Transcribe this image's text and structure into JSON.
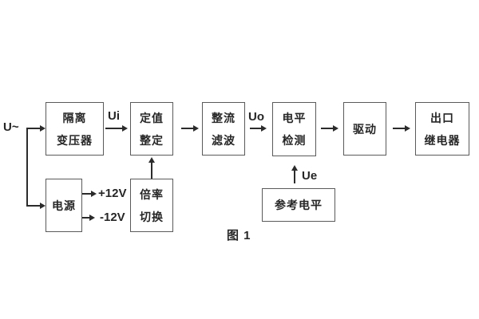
{
  "figure_caption": "图 1",
  "diagram": {
    "input_label": "U~",
    "signal_labels": {
      "ui": "Ui",
      "uo": "Uo",
      "ue": "Ue"
    },
    "power_rails": {
      "positive": "+12V",
      "negative": "-12V"
    },
    "blocks": {
      "isolation_transformer": {
        "line1": "隔离",
        "line2": "变压器"
      },
      "setting_adjustment": {
        "line1": "定值",
        "line2": "整定"
      },
      "rectifier_filter": {
        "line1": "整流",
        "line2": "滤波"
      },
      "level_detection": {
        "line1": "电平",
        "line2": "检测"
      },
      "driver": {
        "line1": "驱动"
      },
      "output_relay": {
        "line1": "出口",
        "line2": "继电器"
      },
      "power_supply": {
        "line1": "电源"
      },
      "ratio_switching": {
        "line1": "倍率",
        "line2": "切换"
      },
      "reference_level": {
        "line1": "参考电平"
      }
    },
    "colors": {
      "background": "#ffffff",
      "box_border": "#5a5a5a",
      "text": "#262626",
      "connector": "#2b2b2b"
    }
  }
}
